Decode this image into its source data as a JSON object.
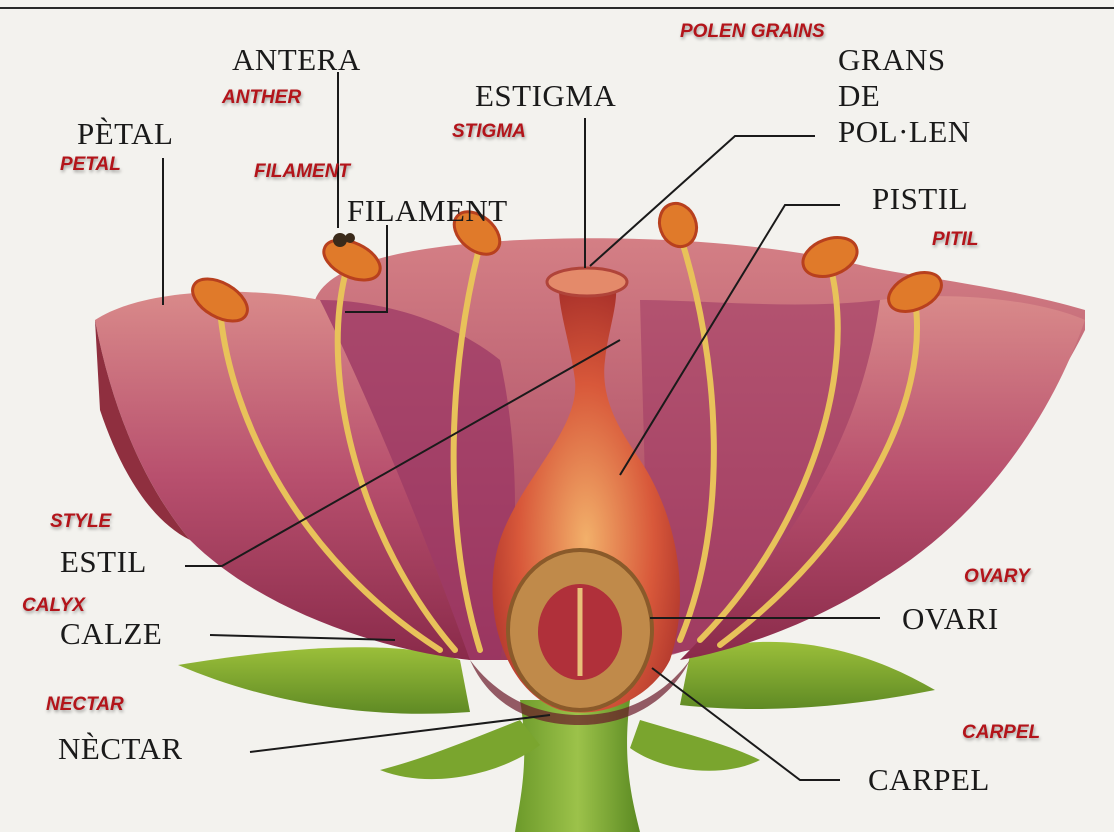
{
  "diagram": {
    "english_color": "#b3141a",
    "labels_catalan": {
      "antera": "ANTERA",
      "estigma": "ESTIGMA",
      "grans_line1": "GRANS",
      "grans_line2": "DE",
      "grans_line3": "POL·LEN",
      "petal": "PÈTAL",
      "filament": "FILAMENT",
      "pistil": "PISTIL",
      "estil": "ESTIL",
      "calze": "CALZE",
      "ovari": "OVARI",
      "nectar": "NÈCTAR",
      "carpel": "CARPEL"
    },
    "labels_english": {
      "polen_grains": "POLEN GRAINS",
      "anther": "ANTHER",
      "stigma": "STIGMA",
      "petal": "PETAL",
      "filament": "FILAMENT",
      "pitil": "PITIL",
      "style": "STYLE",
      "calyx": "CALYX",
      "ovary": "OVARY",
      "nectar": "NECTAR",
      "carpel": "CARPEL"
    }
  }
}
